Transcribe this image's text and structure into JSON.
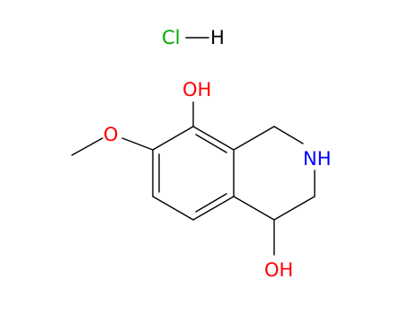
{
  "molecule": {
    "atoms": {
      "cl": {
        "text": "Cl",
        "color": "#00aa00"
      },
      "h": {
        "text": "H",
        "color": "#000000"
      },
      "oh_top": {
        "text": "OH",
        "color": "#ff0000"
      },
      "o_methoxy": {
        "text": "O",
        "color": "#ff0000"
      },
      "nh": {
        "text": "NH",
        "color": "#0000ff"
      },
      "oh_bottom": {
        "text": "OH",
        "color": "#ff0000"
      }
    },
    "bond_color": "#000000"
  }
}
